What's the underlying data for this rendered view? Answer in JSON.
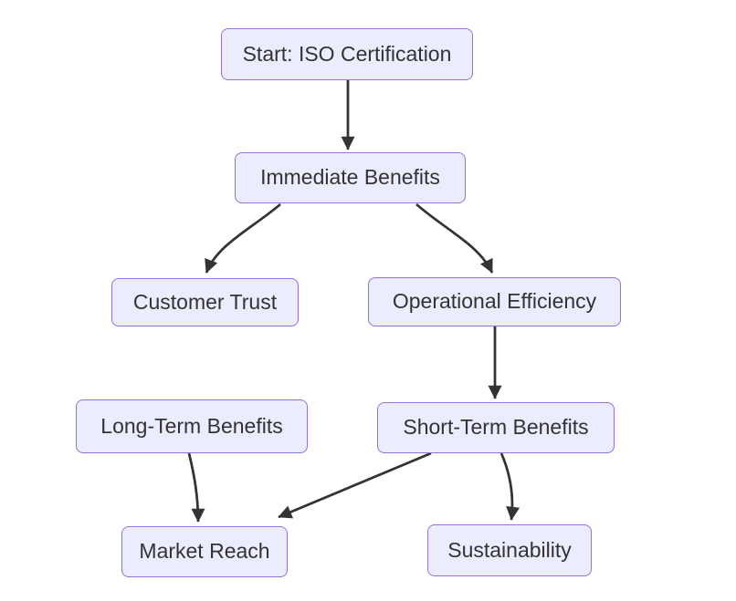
{
  "diagram": {
    "type": "flowchart",
    "direction": "top-down",
    "nodes": [
      {
        "id": "start",
        "label": "Start: ISO Certification"
      },
      {
        "id": "immediate_benefits",
        "label": "Immediate Benefits"
      },
      {
        "id": "customer_trust",
        "label": "Customer Trust"
      },
      {
        "id": "operational_efficiency",
        "label": "Operational Efficiency"
      },
      {
        "id": "long_term_benefits",
        "label": "Long-Term Benefits"
      },
      {
        "id": "short_term_benefits",
        "label": "Short-Term Benefits"
      },
      {
        "id": "market_reach",
        "label": "Market Reach"
      },
      {
        "id": "sustainability",
        "label": "Sustainability"
      }
    ],
    "edges": [
      {
        "from": "start",
        "to": "immediate_benefits"
      },
      {
        "from": "immediate_benefits",
        "to": "customer_trust"
      },
      {
        "from": "immediate_benefits",
        "to": "operational_efficiency"
      },
      {
        "from": "operational_efficiency",
        "to": "short_term_benefits"
      },
      {
        "from": "long_term_benefits",
        "to": "market_reach"
      },
      {
        "from": "short_term_benefits",
        "to": "market_reach"
      },
      {
        "from": "short_term_benefits",
        "to": "sustainability"
      }
    ],
    "colors": {
      "node_fill": "#ECECFF",
      "node_border": "#9370DB",
      "edge": "#333333",
      "text": "#333333",
      "background": "#FFFFFF"
    }
  }
}
